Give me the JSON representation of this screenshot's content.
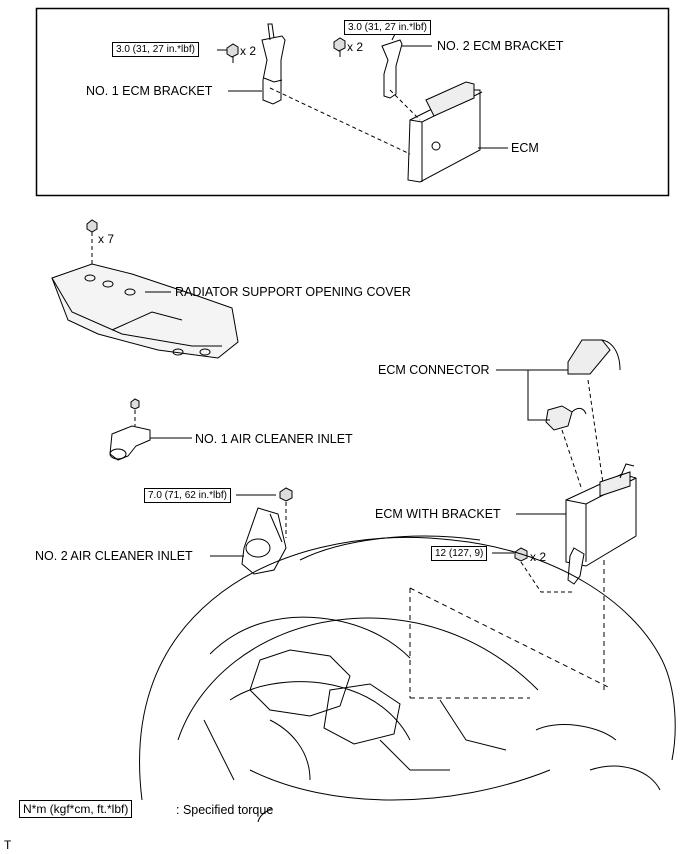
{
  "top_panel": {
    "torque_1": "3.0 (31, 27 in.*lbf)",
    "qty_1": "x 2",
    "torque_2": "3.0 (31, 27 in.*lbf)",
    "qty_2": "x 2",
    "no1_bracket": "NO. 1 ECM BRACKET",
    "no2_bracket": "NO. 2 ECM BRACKET",
    "ecm": "ECM"
  },
  "lower": {
    "qty_cover": "x 7",
    "radiator_cover": "RADIATOR SUPPORT OPENING COVER",
    "no1_inlet": "NO. 1 AIR CLEANER INLET",
    "torque_inlet": "7.0 (71, 62 in.*lbf)",
    "no2_inlet": "NO. 2 AIR CLEANER INLET",
    "ecm_connector": "ECM CONNECTOR",
    "ecm_with_bracket": "ECM WITH BRACKET",
    "torque_ecm": "12 (127, 9)",
    "qty_ecm": "x 2"
  },
  "legend": {
    "unit": "N*m (kgf*cm, ft.*lbf)",
    "text": ": Specified torque"
  },
  "footer_mark": "T"
}
